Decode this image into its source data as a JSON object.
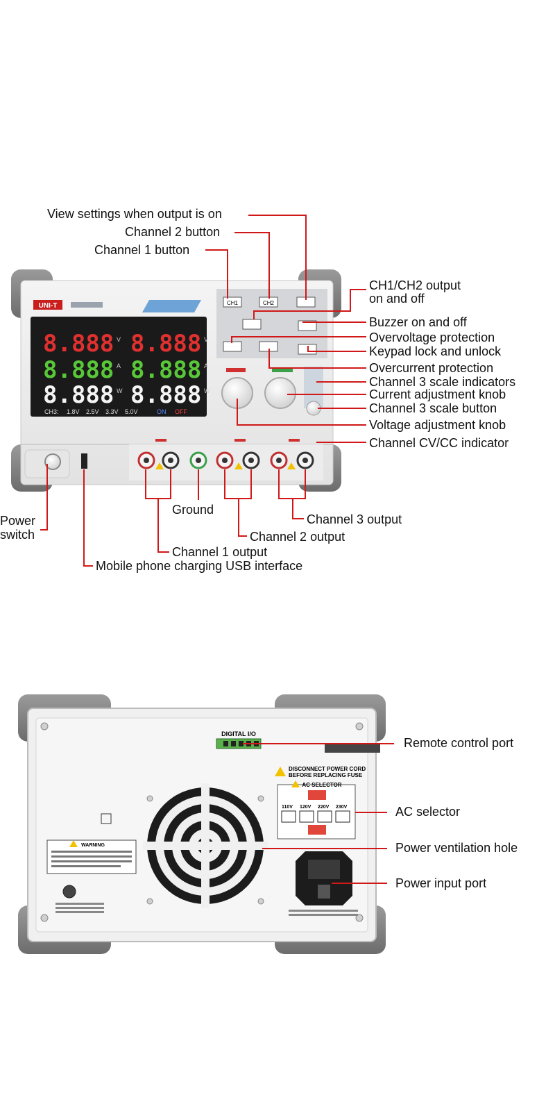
{
  "front_panel": {
    "brand": "UNI-T",
    "display": {
      "ch_preset_row": [
        "CH3:",
        "1.8V",
        "2.5V",
        "3.3V",
        "5.0V",
        "ON",
        "OFF"
      ]
    },
    "buttons": {
      "ch1": "CH1",
      "ch2": "CH2"
    }
  },
  "rear_panel": {
    "digital_io": "DIGITAL I/O",
    "fuse_warning": [
      "DISCONNECT POWER CORD",
      "BEFORE REPLACING FUSE"
    ],
    "ac_selector_title": "AC SELECTOR",
    "voltages": [
      "110V",
      "120V",
      "220V",
      "230V"
    ],
    "warning_title": "WARNING"
  },
  "labels": {
    "view_settings": "View settings when output is on",
    "ch2_button": "Channel 2 button",
    "ch1_button": "Channel 1 button",
    "ch_output_onoff_1": "CH1/CH2 output",
    "ch_output_onoff_2": "on and off",
    "buzzer": "Buzzer on and off",
    "ovp": "Overvoltage protection",
    "keypad_lock": "Keypad lock and unlock",
    "ocp": "Overcurrent protection",
    "ch3_scale_ind": "Channel 3 scale indicators",
    "current_knob": "Current adjustment knob",
    "ch3_scale_btn": "Channel 3 scale button",
    "voltage_knob": "Voltage adjustment knob",
    "cvcc": "Channel CV/CC indicator",
    "power_switch_1": "Power",
    "power_switch_2": "switch",
    "ground": "Ground",
    "ch3_output": "Channel 3 output",
    "ch2_output": "Channel 2 output",
    "ch1_output": "Channel 1 output",
    "usb": "Mobile phone charging USB interface",
    "remote_port": "Remote control port",
    "ac_selector": "AC selector",
    "ventilation": "Power ventilation hole",
    "power_input": "Power input port"
  }
}
